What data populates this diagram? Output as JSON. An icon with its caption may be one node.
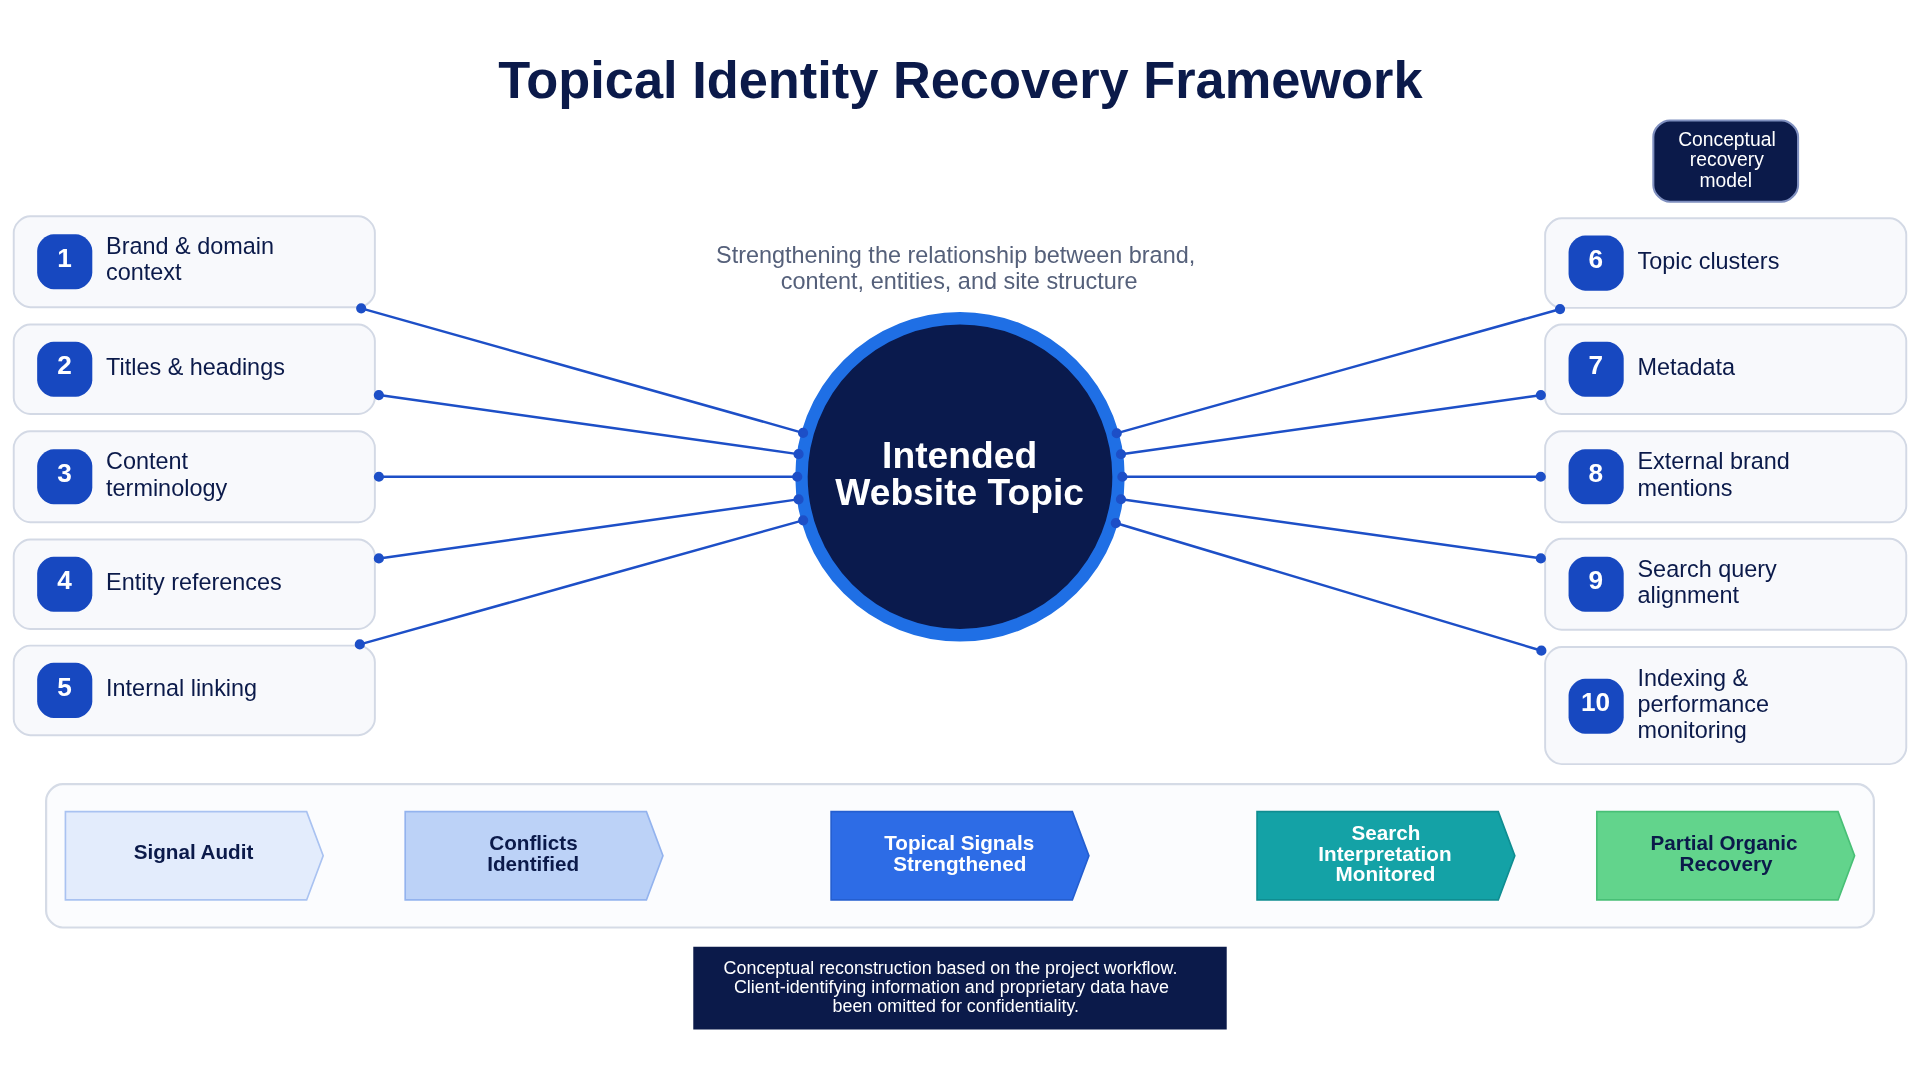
{
  "diagram": {
    "title": "Topical Identity Recovery Framework",
    "caption": "Conceptual reconstruction based on the project workflow. Client-identifying information and proprietary data have been omitted for confidentiality.",
    "nodes": [
      {
        "text": [
          "Conceptual recovery model"
        ]
      },
      {
        "text": [
          "1",
          "Brand & domain context"
        ]
      },
      {
        "text": [
          "2",
          "Titles & headings"
        ]
      },
      {
        "text": [
          "3",
          "Content terminology"
        ]
      },
      {
        "text": [
          "4",
          "Entity references"
        ]
      },
      {
        "text": [
          "5",
          "Internal linking"
        ]
      },
      {
        "text": [
          "Intended Website Topic"
        ]
      },
      {
        "text": [
          "6",
          "Topic clusters"
        ]
      },
      {
        "text": [
          "7",
          "Metadata"
        ]
      },
      {
        "text": [
          "8",
          "External brand mentions"
        ]
      },
      {
        "text": [
          "9",
          "Search query alignment"
        ]
      },
      {
        "text": [
          "10",
          "Indexing & performance monitoring"
        ]
      },
      {
        "text": [],
        "shape": "box"
      },
      {
        "text": [
          "Signal Audit"
        ],
        "in": 12
      },
      {
        "text": [
          "Conflicts Identified"
        ],
        "in": 12
      },
      {
        "text": [
          "Topical Signals Strengthened"
        ],
        "in": 12
      },
      {
        "text": [
          "Search Interpretation Monitored"
        ],
        "in": 12
      },
      {
        "text": [
          "Partial Organic Recovery"
        ],
        "in": 12
      }
    ],
    "edges": [
      {
        "from": 1,
        "to": 6,
        "arrow": "other"
      },
      {
        "from": 2,
        "to": 6,
        "arrow": "other"
      },
      {
        "from": 3,
        "to": 6,
        "arrow": "other"
      },
      {
        "from": 4,
        "to": 6,
        "arrow": "other"
      },
      {
        "from": 5,
        "to": 6,
        "arrow": "other"
      },
      {
        "from": 6,
        "to": 7,
        "arrow": "other"
      },
      {
        "from": 6,
        "to": 8,
        "arrow": "other"
      },
      {
        "from": 6,
        "to": 9,
        "arrow": "other"
      },
      {
        "from": 6,
        "to": 10,
        "arrow": "other"
      },
      {
        "from": 6,
        "to": 11,
        "arrow": "other"
      }
    ],
    "labels": [
      "Strengthening the relationship between brand, content, entities, and site structure"
    ]
  }
}
